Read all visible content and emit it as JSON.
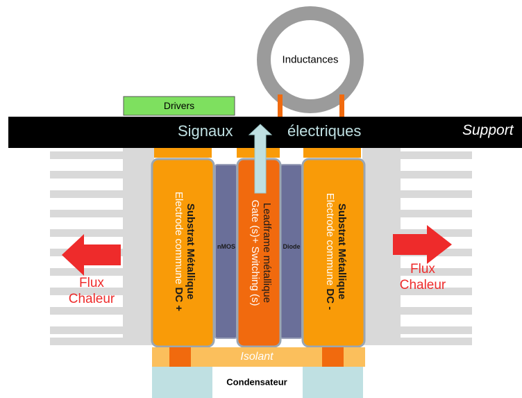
{
  "inductor": {
    "label": "Inductances"
  },
  "drivers": {
    "label": "Drivers"
  },
  "support_bar": {
    "left_word": "Signaux",
    "right_word": "électriques",
    "support_label": "Support"
  },
  "left_substrate": {
    "title": "Substrat Métallique",
    "subtitle": "Electrode commune ",
    "polarity": "DC +"
  },
  "right_substrate": {
    "title": "Substrat Métallique",
    "subtitle": "Electrode commune ",
    "polarity": "DC -"
  },
  "leadframe": {
    "line1": "Leadframe métallique",
    "line2": "Gate (s)+ Switching (s)"
  },
  "nmos": {
    "label": "nMOS"
  },
  "diode": {
    "label": "Diode"
  },
  "isolant": {
    "label": "Isolant"
  },
  "condensateur": {
    "label": "Condensateur"
  },
  "heat_left": {
    "line1": "Flux",
    "line2": "Chaleur"
  },
  "heat_right": {
    "line1": "Flux",
    "line2": "Chaleur"
  },
  "colors": {
    "orange": "#f99b08",
    "dark_orange": "#f16a0e",
    "light_orange": "#fbbf5c",
    "heatsink_gray": "#d9d9d9",
    "purple": "#6a6f99",
    "teal": "#bfe0e2",
    "green": "#7ee05f",
    "red": "#ee2b2b",
    "black": "#000000"
  }
}
